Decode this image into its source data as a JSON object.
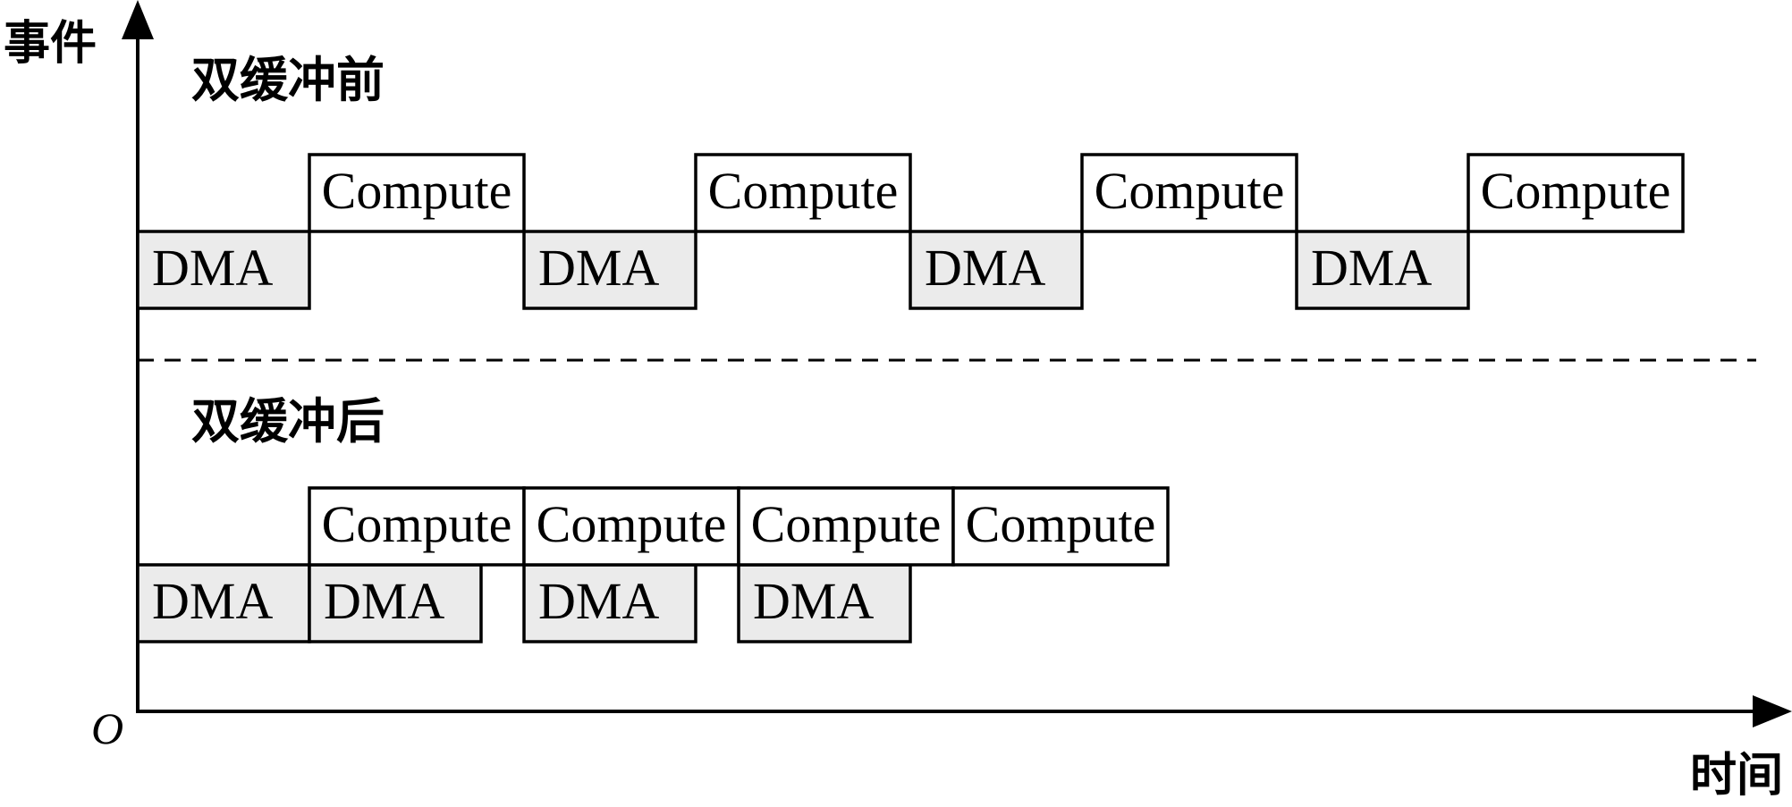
{
  "axes": {
    "y_label": "事件",
    "x_label": "时间",
    "origin_label": "O"
  },
  "colors": {
    "dma_fill": "#ebebeb",
    "compute_fill": "#ffffff",
    "stroke": "#000000"
  },
  "sections": [
    {
      "id": "before",
      "title": "双缓冲前",
      "blocks": [
        {
          "type": "DMA",
          "label": "DMA",
          "start": 0,
          "end": 1
        },
        {
          "type": "Compute",
          "label": "Compute",
          "start": 1,
          "end": 2.25
        },
        {
          "type": "DMA",
          "label": "DMA",
          "start": 2.25,
          "end": 3.25
        },
        {
          "type": "Compute",
          "label": "Compute",
          "start": 3.25,
          "end": 4.5
        },
        {
          "type": "DMA",
          "label": "DMA",
          "start": 4.5,
          "end": 5.5
        },
        {
          "type": "Compute",
          "label": "Compute",
          "start": 5.5,
          "end": 6.75
        },
        {
          "type": "DMA",
          "label": "DMA",
          "start": 6.75,
          "end": 7.75
        },
        {
          "type": "Compute",
          "label": "Compute",
          "start": 7.75,
          "end": 9
        }
      ]
    },
    {
      "id": "after",
      "title": "双缓冲后",
      "blocks": [
        {
          "type": "DMA",
          "label": "DMA",
          "start": 0,
          "end": 1
        },
        {
          "type": "DMA",
          "label": "DMA",
          "start": 1,
          "end": 2
        },
        {
          "type": "DMA",
          "label": "DMA",
          "start": 2.25,
          "end": 3.25
        },
        {
          "type": "DMA",
          "label": "DMA",
          "start": 3.5,
          "end": 4.5
        },
        {
          "type": "Compute",
          "label": "Compute",
          "start": 1,
          "end": 2.25
        },
        {
          "type": "Compute",
          "label": "Compute",
          "start": 2.25,
          "end": 3.5
        },
        {
          "type": "Compute",
          "label": "Compute",
          "start": 3.5,
          "end": 4.75
        },
        {
          "type": "Compute",
          "label": "Compute",
          "start": 4.75,
          "end": 6
        }
      ]
    }
  ]
}
